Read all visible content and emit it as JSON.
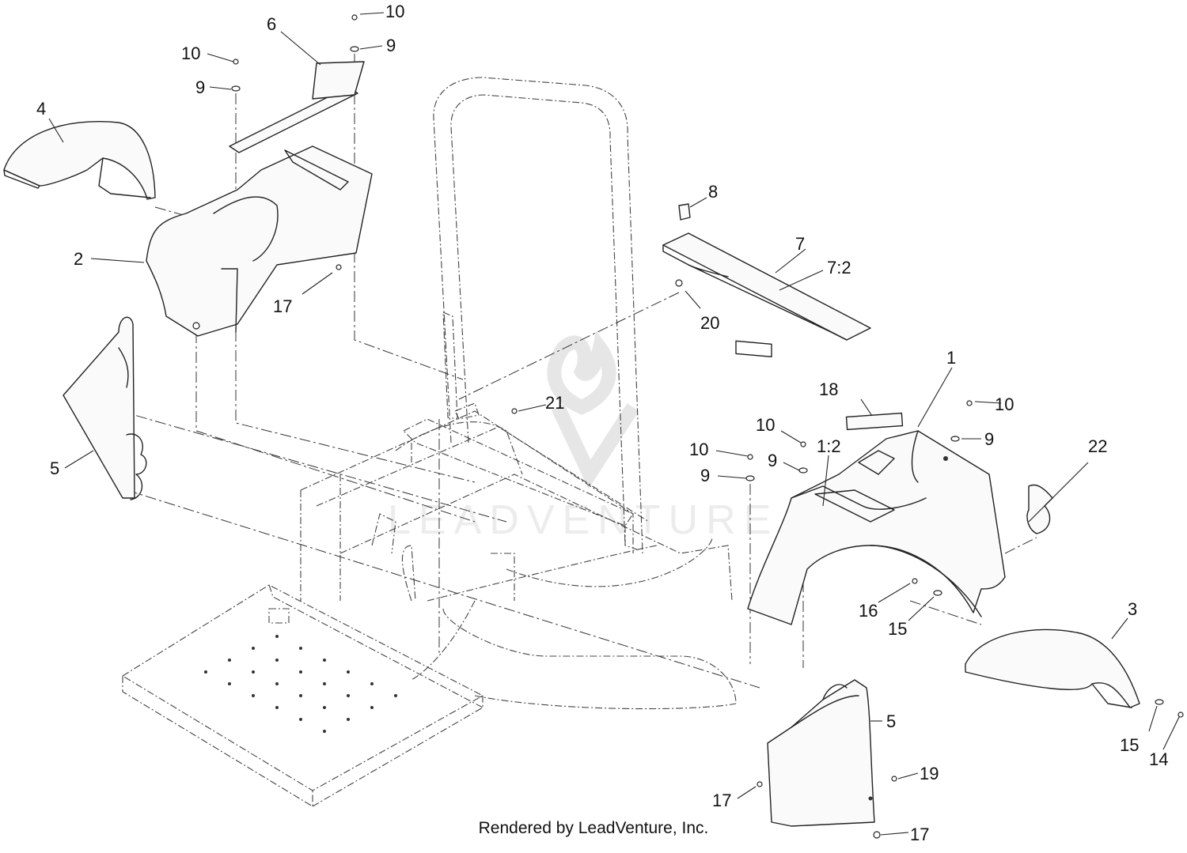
{
  "diagram": {
    "watermark_text": "LEADVENTURE",
    "footer": "Rendered by LeadVenture, Inc.",
    "callouts": {
      "c1": "1",
      "c2": "2",
      "c3": "3",
      "c4": "4",
      "c5a": "5",
      "c5b": "5",
      "c6": "6",
      "c7": "7",
      "c7_2": "7:2",
      "c1_2": "1:2",
      "c8": "8",
      "c9a": "9",
      "c9b": "9",
      "c9c": "9",
      "c9d": "9",
      "c9e": "9",
      "c10a": "10",
      "c10b": "10",
      "c10c": "10",
      "c10d": "10",
      "c10e": "10",
      "c14": "14",
      "c15a": "15",
      "c15b": "15",
      "c16": "16",
      "c17a": "17",
      "c17b": "17",
      "c17c": "17",
      "c18": "18",
      "c19": "19",
      "c20": "20",
      "c21": "21",
      "c22": "22"
    }
  }
}
